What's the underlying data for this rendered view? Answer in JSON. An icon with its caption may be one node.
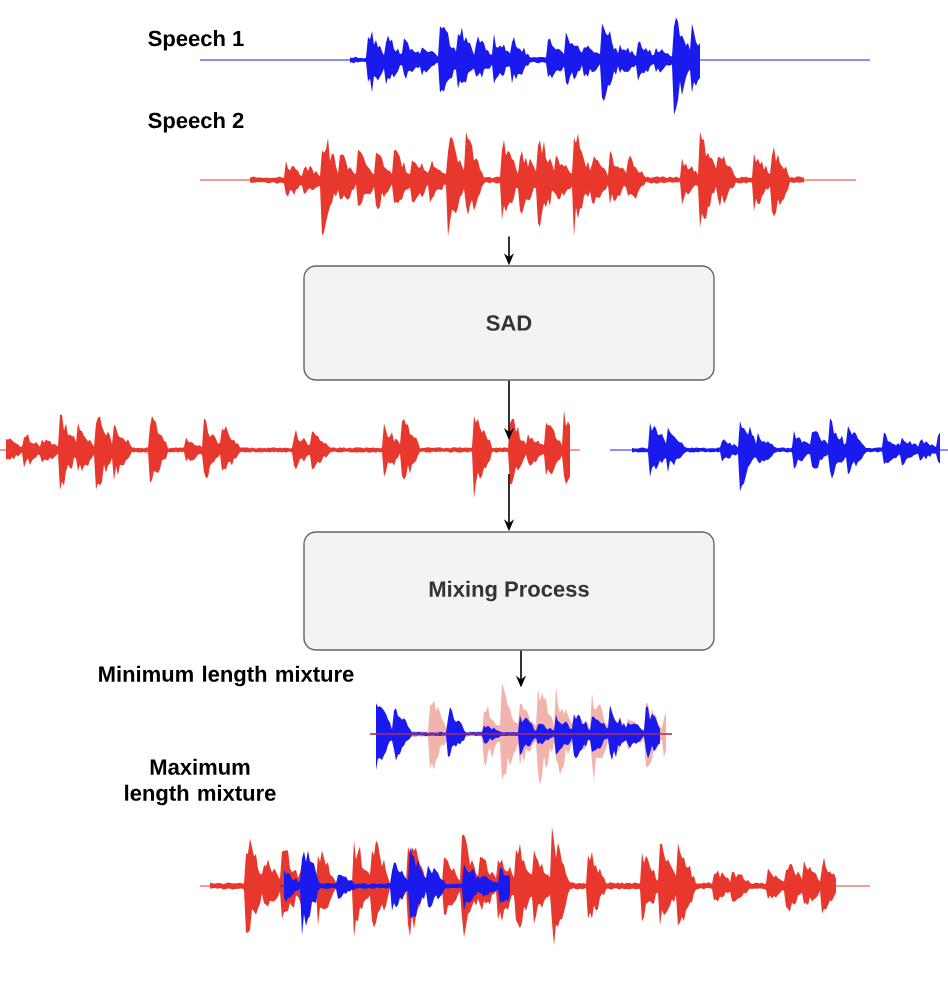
{
  "diagram": {
    "nodes": [
      {
        "text": [],
        "shape": "waveform",
        "beside": [
          "Speech 1"
        ]
      },
      {
        "text": [],
        "shape": "waveform",
        "beside": [
          "Speech 2"
        ]
      },
      {
        "text": [
          "SAD"
        ]
      },
      {
        "text": [],
        "shape": "waveform"
      },
      {
        "text": [],
        "shape": "waveform"
      },
      {
        "text": [
          "Mixing Process"
        ]
      },
      {
        "text": [],
        "shape": "waveform",
        "beside": [
          "Minimum length mixture"
        ]
      },
      {
        "text": [],
        "shape": "waveform",
        "beside": [
          "Maximum length mixture"
        ]
      }
    ],
    "edges": [
      {
        "from": 1,
        "to": 2,
        "arrow": "to"
      },
      {
        "from": 2,
        "to": 3,
        "arrow": "to"
      },
      {
        "from": 3,
        "to": 5,
        "arrow": "to"
      },
      {
        "from": 5,
        "to": 6,
        "arrow": "to"
      }
    ]
  }
}
